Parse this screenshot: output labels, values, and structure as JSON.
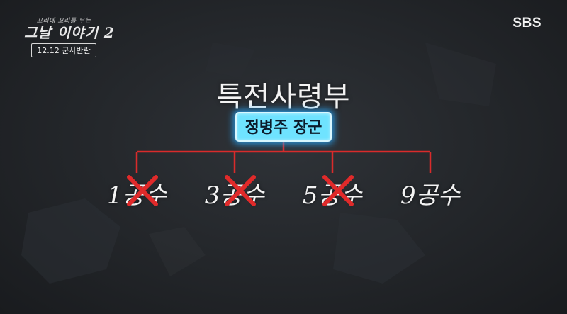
{
  "broadcast": {
    "show_tagline": "꼬리에 꼬리를 무는",
    "show_name": "그날 이야기 2",
    "episode": "12.12 군사반란",
    "channel": "SBS"
  },
  "org_chart": {
    "title": "특전사령부",
    "commander": "정병주 장군",
    "units": [
      {
        "label": "1공수",
        "crossed_out": true
      },
      {
        "label": "3공수",
        "crossed_out": true
      },
      {
        "label": "5공수",
        "crossed_out": true
      },
      {
        "label": "9공수",
        "crossed_out": false
      }
    ]
  },
  "colors": {
    "connector_line": "#d92b2b",
    "cross_mark": "#e02a2a",
    "commander_badge": "#6fe3ff",
    "commander_glow": "#28aaff"
  }
}
